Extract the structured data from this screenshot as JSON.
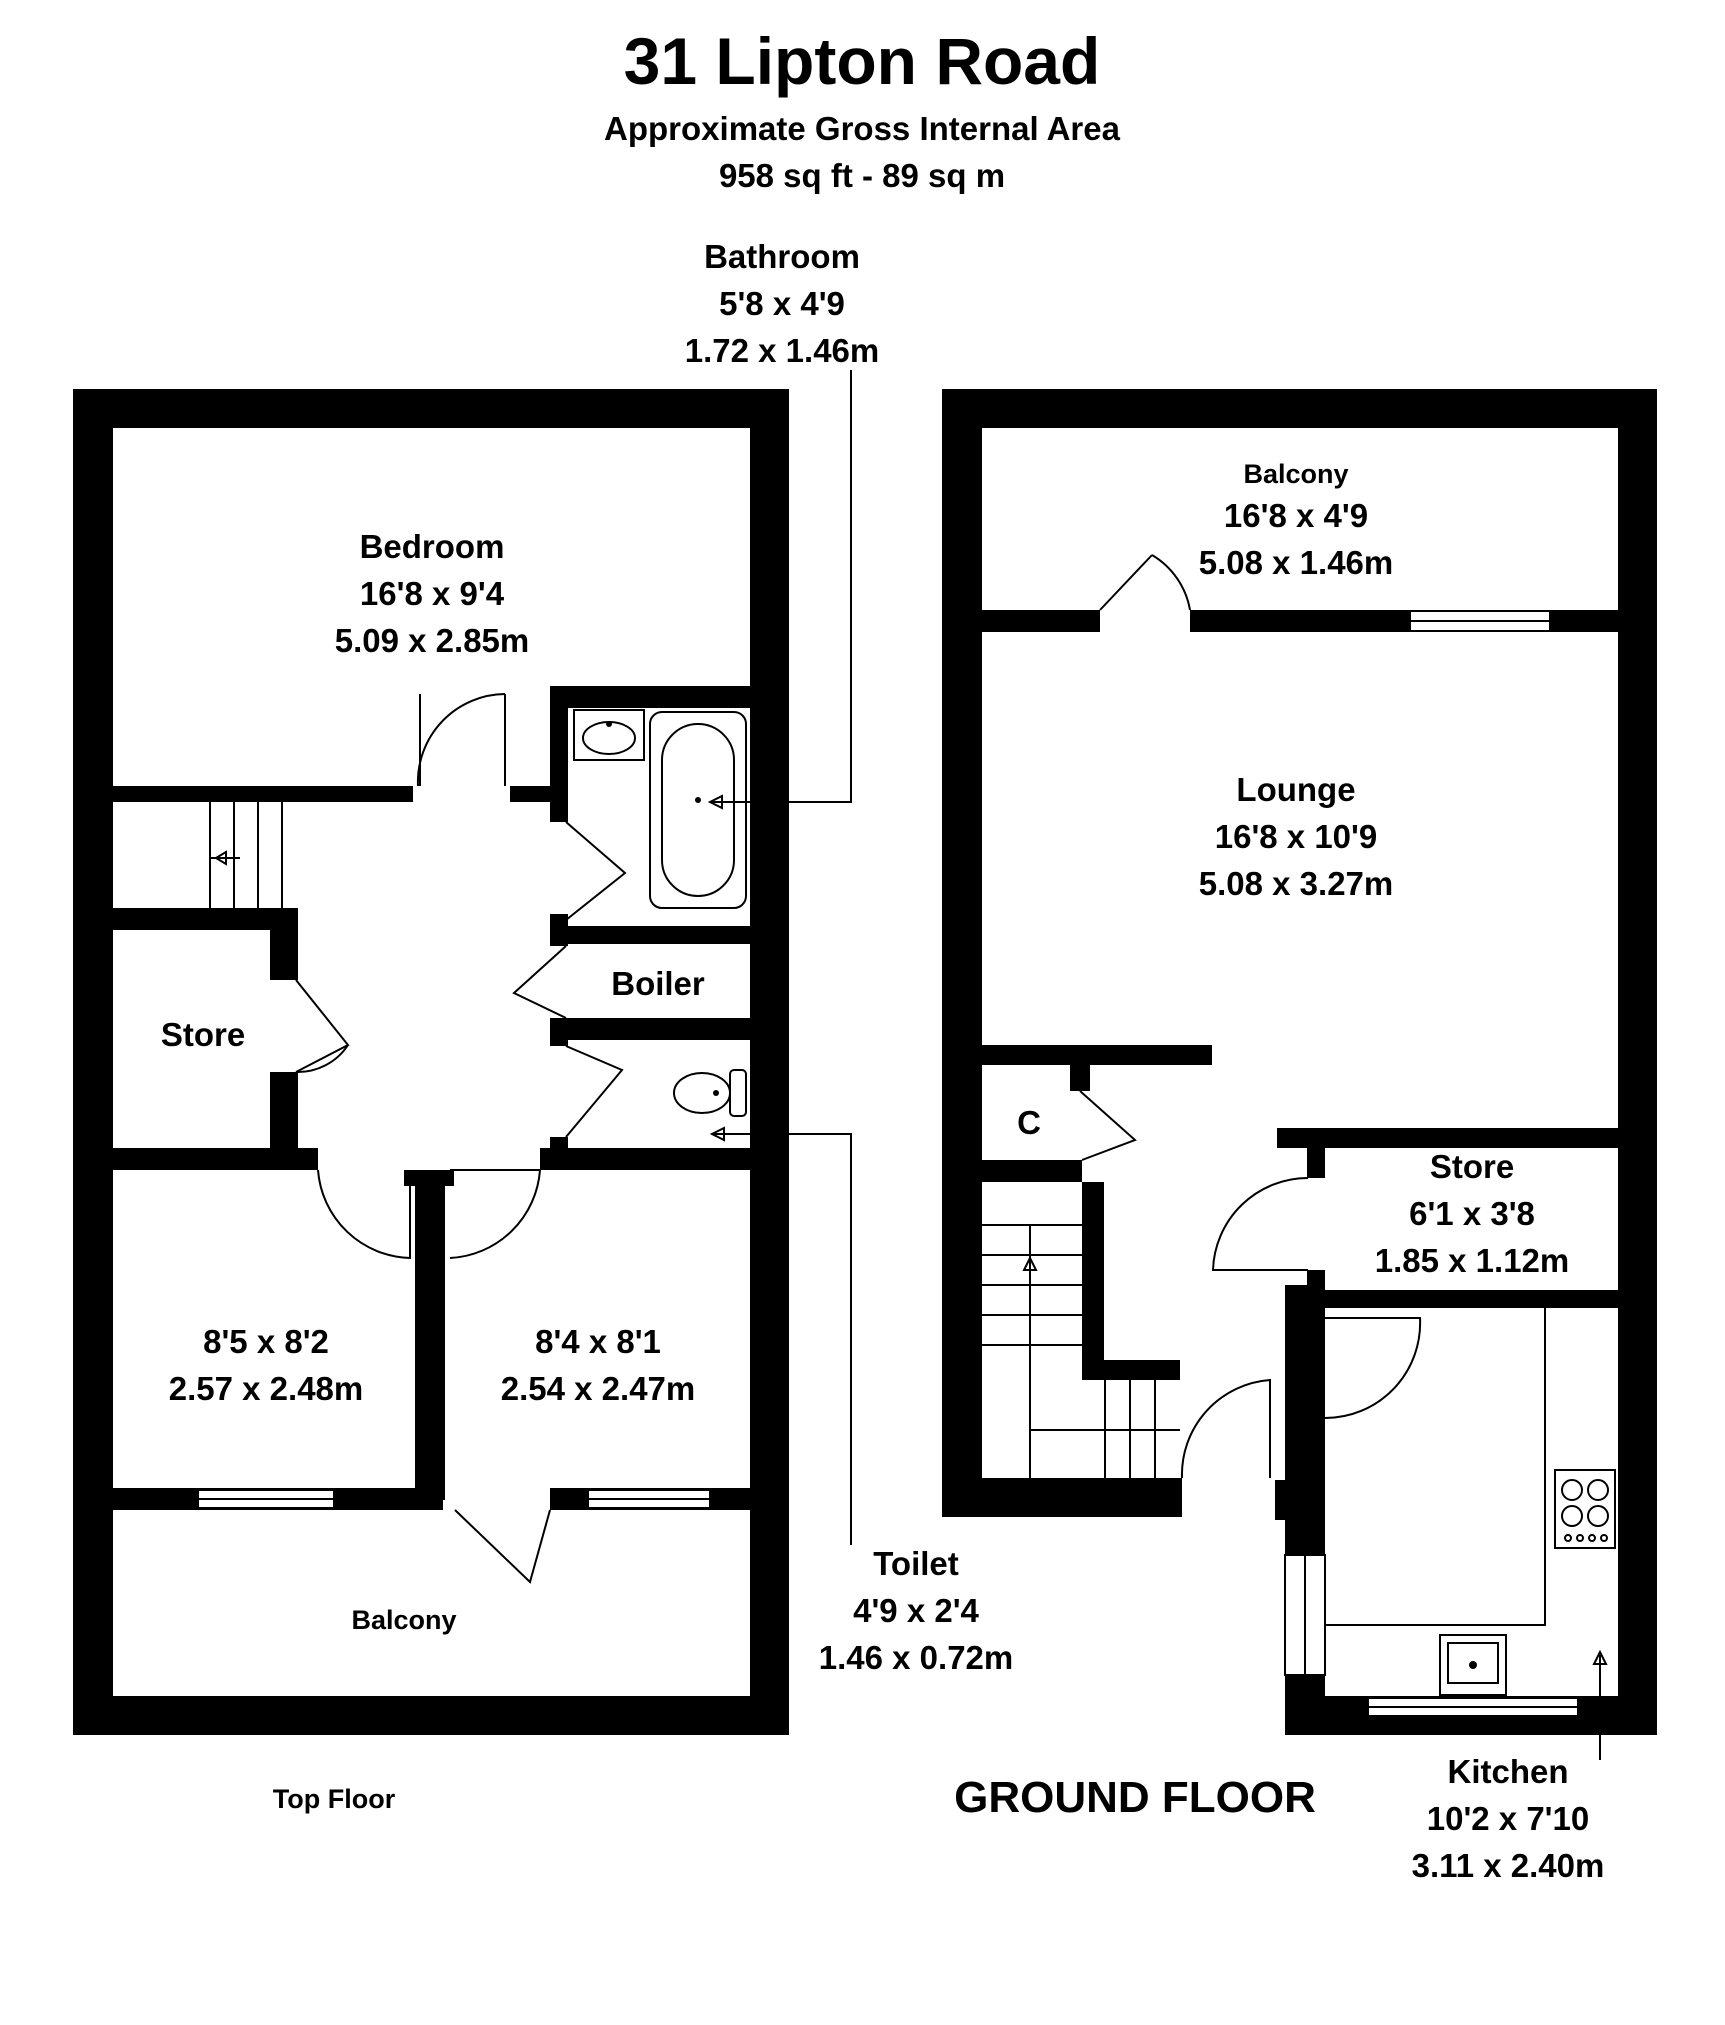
{
  "header": {
    "title": "31 Lipton Road",
    "subtitle": "Approximate Gross Internal Area",
    "area": "958 sq ft - 89 sq m"
  },
  "top_floor": {
    "label": "Top Floor",
    "bedroom": {
      "name": "Bedroom",
      "imperial": "16'8 x 9'4",
      "metric": "5.09 x 2.85m"
    },
    "bathroom": {
      "name": "Bathroom",
      "imperial": "5'8 x 4'9",
      "metric": "1.72 x 1.46m"
    },
    "store": {
      "name": "Store"
    },
    "boiler": {
      "name": "Boiler"
    },
    "bedroom2": {
      "imperial": "8'5 x 8'2",
      "metric": "2.57 x 2.48m"
    },
    "bedroom3": {
      "imperial": "8'4 x 8'1",
      "metric": "2.54 x 2.47m"
    },
    "balcony": {
      "name": "Balcony"
    },
    "toilet": {
      "name": "Toilet",
      "imperial": "4'9 x 2'4",
      "metric": "1.46 x 0.72m"
    }
  },
  "ground_floor": {
    "label": "GROUND FLOOR",
    "balcony": {
      "name": "Balcony",
      "imperial": "16'8 x 4'9",
      "metric": "5.08 x 1.46m"
    },
    "lounge": {
      "name": "Lounge",
      "imperial": "16'8 x 10'9",
      "metric": "5.08 x 3.27m"
    },
    "cupboard": {
      "name": "C"
    },
    "store": {
      "name": "Store",
      "imperial": "6'1 x 3'8",
      "metric": "1.85 x 1.12m"
    },
    "kitchen": {
      "name": "Kitchen",
      "imperial": "10'2 x 7'10",
      "metric": "3.11 x 2.40m"
    }
  }
}
